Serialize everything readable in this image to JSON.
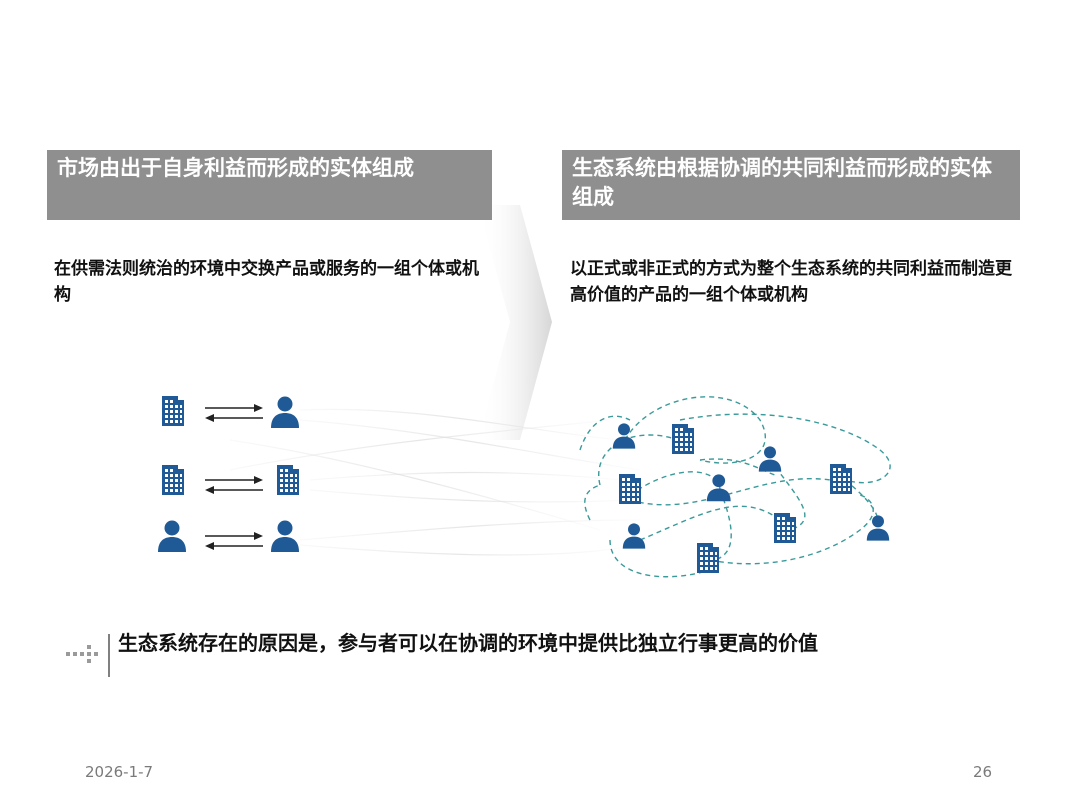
{
  "left_panel": {
    "header": "市场由出于自身利益而形成的实体组成",
    "description": "在供需法则统治的环境中交换产品或服务的一组个体或机构"
  },
  "right_panel": {
    "header": "生态系统由根据协调的共同利益而形成的实体组成",
    "description": "以正式或非正式的方式为整个生态系统的共同利益而制造更高价值的产品的一组个体或机构"
  },
  "conclusion": "生态系统存在的原因是，参与者可以在协调的环境中提供比独立行事更高的价值",
  "footer": {
    "date": "2026-1-7",
    "page_number": "26"
  },
  "colors": {
    "header_bg": "#8f8f8f",
    "icon_blue": "#1f5a96",
    "dashed_link": "#3a9a9a"
  },
  "icons": [
    "building-icon",
    "person-icon",
    "exchange-arrows-icon",
    "chevron-arrow-icon"
  ]
}
